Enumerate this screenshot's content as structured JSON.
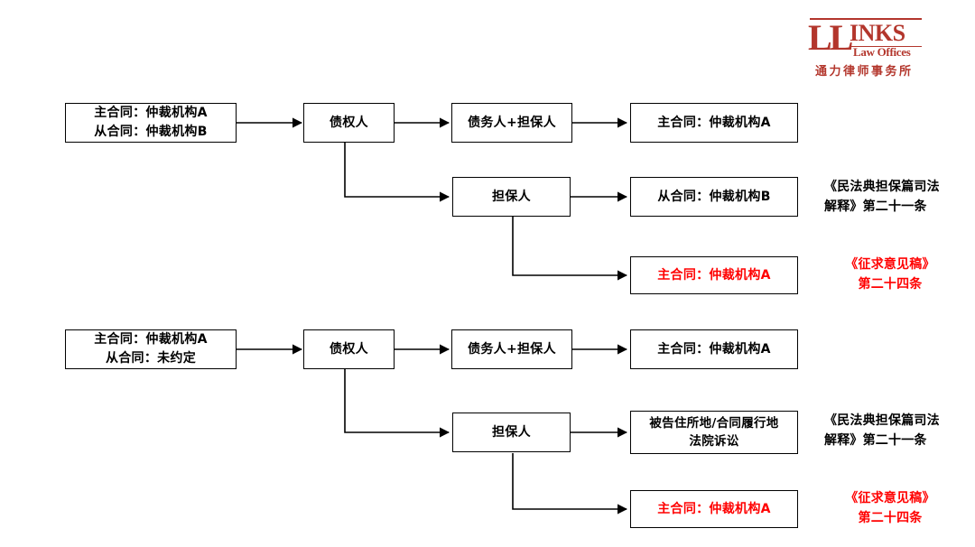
{
  "logo": {
    "ll": "LL",
    "inks": "INKS",
    "law_offices": "Law Offices",
    "chinese_name": "通力律师事务所",
    "color": "#b3362c"
  },
  "colors": {
    "line": "#000000",
    "box_border": "#000000",
    "text": "#000000",
    "highlight_red": "#ff0000",
    "background": "#ffffff"
  },
  "charts": [
    {
      "id": "scenario-1",
      "contract_box": "主合同：仲裁机构A\n从合同：仲裁机构B",
      "creditor": "债权人",
      "debtor_and_guarantor": "债务人+担保人",
      "debtor_outcome": "主合同：仲裁机构A",
      "guarantor": "担保人",
      "guarantor_outcome": "从合同：仲裁机构B",
      "guarantor_outcome_alt": "主合同：仲裁机构A",
      "annotation_main": "《民法典担保篇司法\n解释》第二十一条",
      "annotation_alt": "《征求意见稿》\n第二十四条"
    },
    {
      "id": "scenario-2",
      "contract_box": "主合同：仲裁机构A\n从合同：未约定",
      "creditor": "债权人",
      "debtor_and_guarantor": "债务人+担保人",
      "debtor_outcome": "主合同：仲裁机构A",
      "guarantor": "担保人",
      "guarantor_outcome": "被告住所地/合同履行地\n法院诉讼",
      "guarantor_outcome_alt": "主合同：仲裁机构A",
      "annotation_main": "《民法典担保篇司法\n解释》第二十一条",
      "annotation_alt": "《征求意见稿》\n第二十四条"
    }
  ]
}
